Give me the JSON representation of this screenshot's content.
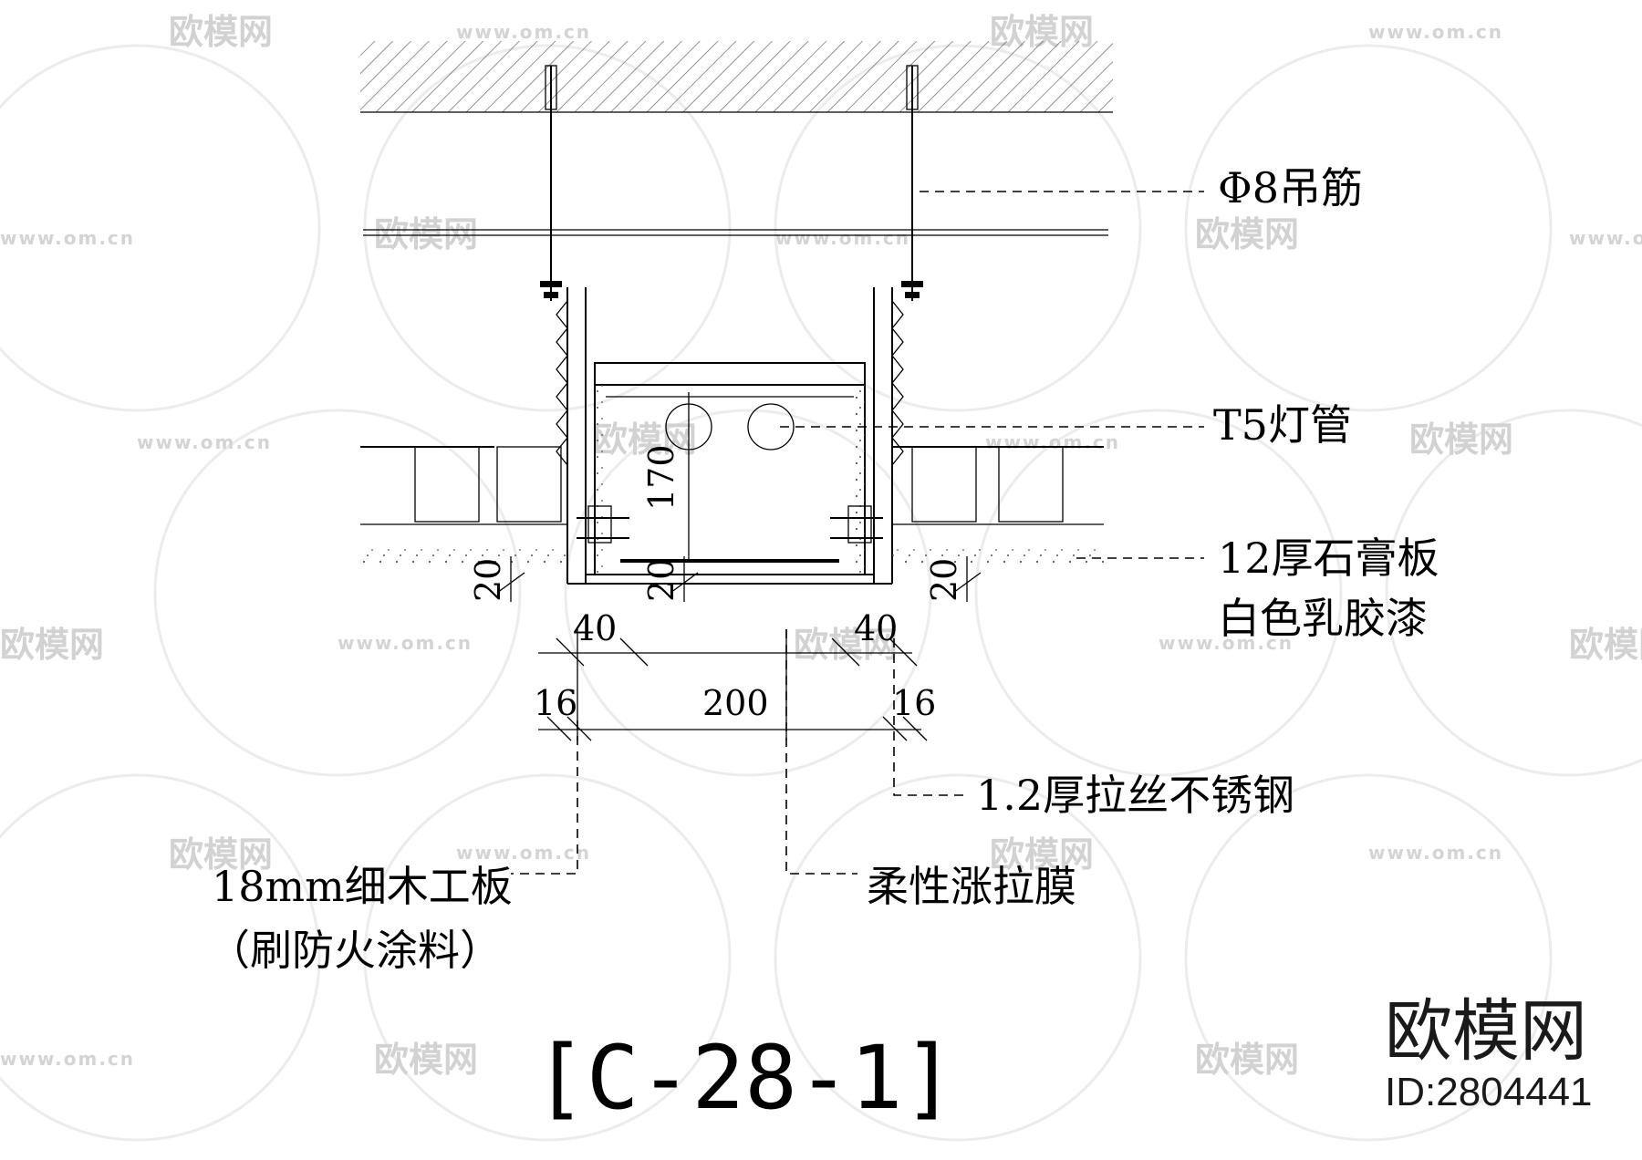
{
  "drawing_code": "[C-28-1]",
  "brand": {
    "name": "欧模网",
    "id_label": "ID:2804441"
  },
  "watermark": {
    "text": "欧模网",
    "url": "www.om.cn"
  },
  "callouts": {
    "hanger_rod": "Φ8吊筋",
    "lamp_tube": "T5灯管",
    "gypsum_board_line1": "12厚石膏板",
    "gypsum_board_line2": "白色乳胶漆",
    "stainless_steel": "1.2厚拉丝不锈钢",
    "blockboard_line1": "18mm细木工板",
    "blockboard_line2": "（刷防火涂料）",
    "stretch_film": "柔性涨拉膜"
  },
  "dimensions": {
    "height_170": "170",
    "left_20": "20",
    "middle_20": "20",
    "right_20": "20",
    "left_40": "40",
    "right_40": "40",
    "left_16": "16",
    "right_16": "16",
    "width_200": "200"
  }
}
